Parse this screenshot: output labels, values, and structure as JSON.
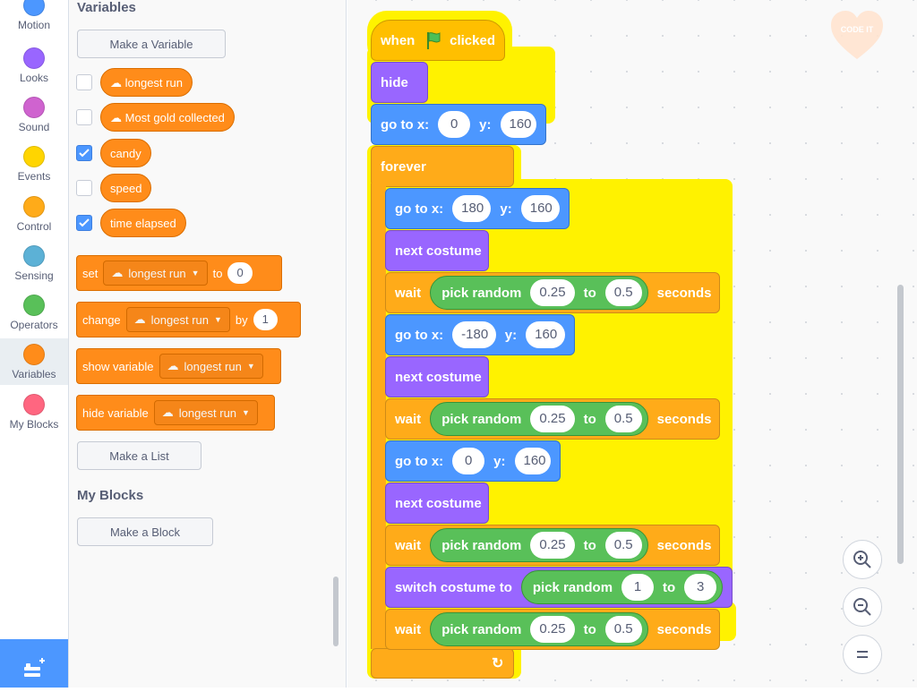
{
  "categories": [
    {
      "label": "Motion",
      "color": "#4c97ff",
      "name": "motion"
    },
    {
      "label": "Looks",
      "color": "#9966ff",
      "name": "looks"
    },
    {
      "label": "Sound",
      "color": "#cf63cf",
      "name": "sound"
    },
    {
      "label": "Events",
      "color": "#ffd500",
      "name": "events"
    },
    {
      "label": "Control",
      "color": "#ffab19",
      "name": "control"
    },
    {
      "label": "Sensing",
      "color": "#5cb1d6",
      "name": "sensing"
    },
    {
      "label": "Operators",
      "color": "#59c059",
      "name": "operators"
    },
    {
      "label": "Variables",
      "color": "#ff8c1a",
      "name": "variables"
    },
    {
      "label": "My Blocks",
      "color": "#ff6680",
      "name": "my-blocks"
    }
  ],
  "selected_category": "Variables",
  "palette": {
    "variables_title": "Variables",
    "make_variable": "Make a Variable",
    "variables": [
      {
        "name": "longest run",
        "cloud": true,
        "checked": false
      },
      {
        "name": "Most gold collected",
        "cloud": true,
        "checked": false
      },
      {
        "name": "candy",
        "cloud": false,
        "checked": true
      },
      {
        "name": "speed",
        "cloud": false,
        "checked": false
      },
      {
        "name": "time elapsed",
        "cloud": false,
        "checked": true
      }
    ],
    "set_block": {
      "label": "set",
      "var": "longest run",
      "to": "to",
      "value": "0"
    },
    "change_block": {
      "label": "change",
      "var": "longest run",
      "by": "by",
      "value": "1"
    },
    "show_block": {
      "label": "show variable",
      "var": "longest run"
    },
    "hide_block": {
      "label": "hide variable",
      "var": "longest run"
    },
    "make_list": "Make a List",
    "myblocks_title": "My Blocks",
    "make_block": "Make a Block"
  },
  "script": {
    "hat": {
      "when": "when",
      "clicked": "clicked"
    },
    "hide": "hide",
    "goto1": {
      "label": "go to x:",
      "x": "0",
      "ylabel": "y:",
      "y": "160"
    },
    "forever": "forever",
    "goto2": {
      "label": "go to x:",
      "x": "180",
      "ylabel": "y:",
      "y": "160"
    },
    "next1": "next costume",
    "wait1": {
      "label": "wait",
      "op": "pick random",
      "a": "0.25",
      "to": "to",
      "b": "0.5",
      "unit": "seconds"
    },
    "goto3": {
      "label": "go to x:",
      "x": "-180",
      "ylabel": "y:",
      "y": "160"
    },
    "next2": "next costume",
    "wait2": {
      "label": "wait",
      "op": "pick random",
      "a": "0.25",
      "to": "to",
      "b": "0.5",
      "unit": "seconds"
    },
    "goto4": {
      "label": "go to x:",
      "x": "0",
      "ylabel": "y:",
      "y": "160"
    },
    "next3": "next costume",
    "wait3": {
      "label": "wait",
      "op": "pick random",
      "a": "0.25",
      "to": "to",
      "b": "0.5",
      "unit": "seconds"
    },
    "switch": {
      "label": "switch costume to",
      "op": "pick random",
      "a": "1",
      "to": "to",
      "b": "3"
    },
    "wait4": {
      "label": "wait",
      "op": "pick random",
      "a": "0.25",
      "to": "to",
      "b": "0.5",
      "unit": "seconds"
    }
  },
  "workspace": {
    "badge": "CODE IT",
    "zoom_in_icon": "zoom-in-icon",
    "zoom_out_icon": "zoom-out-icon",
    "reset_icon": "zoom-reset-icon"
  },
  "colors": {
    "motion": "#4c97ff",
    "looks": "#9966ff",
    "control": "#ffab19",
    "events": "#ffbf00",
    "operators": "#59c059",
    "variables": "#ff8c1a",
    "glow": "#fff200"
  }
}
